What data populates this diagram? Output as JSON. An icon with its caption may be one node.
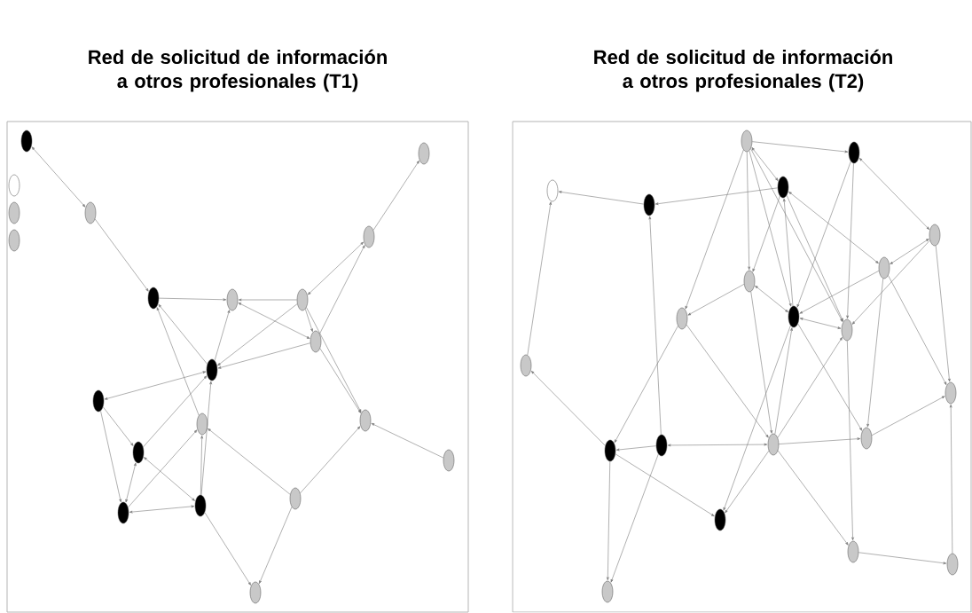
{
  "diagram": {
    "nodes": [
      {
        "text": [
          "Red de solicitud de información a otros profesionales (T1)"
        ]
      },
      {
        "text": [
          "Red de solicitud de información a otros profesionales (T2)"
        ]
      },
      {
        "text": [],
        "shape": "circle",
        "in": 0
      },
      {
        "text": [],
        "shape": "circle",
        "in": 0
      },
      {
        "text": [],
        "shape": "circle",
        "in": 0
      },
      {
        "text": [],
        "shape": "circle",
        "in": 0
      },
      {
        "text": [],
        "shape": "circle",
        "in": 0
      },
      {
        "text": [],
        "shape": "circle",
        "in": 0
      },
      {
        "text": [],
        "shape": "circle",
        "in": 0
      },
      {
        "text": [],
        "shape": "circle",
        "in": 0
      },
      {
        "text": [],
        "shape": "circle",
        "in": 0
      },
      {
        "text": [],
        "shape": "circle",
        "in": 0
      },
      {
        "text": [],
        "shape": "circle",
        "in": 0
      },
      {
        "text": [],
        "shape": "circle",
        "in": 0
      },
      {
        "text": [],
        "shape": "circle",
        "in": 0
      },
      {
        "text": [],
        "shape": "circle",
        "in": 0
      },
      {
        "text": [],
        "shape": "circle",
        "in": 0
      },
      {
        "text": [],
        "shape": "circle",
        "in": 0
      },
      {
        "text": [],
        "shape": "circle",
        "in": 0
      },
      {
        "text": [],
        "shape": "circle",
        "in": 0
      },
      {
        "text": [],
        "shape": "circle",
        "in": 0
      },
      {
        "text": [],
        "shape": "circle",
        "in": 0
      },
      {
        "text": [],
        "shape": "circle",
        "in": 0
      },
      {
        "text": [],
        "shape": "circle",
        "in": 1
      },
      {
        "text": [],
        "shape": "circle",
        "in": 1
      },
      {
        "text": [],
        "shape": "circle",
        "in": 1
      },
      {
        "text": [],
        "shape": "circle",
        "in": 1
      },
      {
        "text": [],
        "shape": "circle",
        "in": 1
      },
      {
        "text": [],
        "shape": "circle",
        "in": 1
      },
      {
        "text": [],
        "shape": "circle",
        "in": 1
      },
      {
        "text": [],
        "shape": "circle",
        "in": 1
      },
      {
        "text": [],
        "shape": "circle",
        "in": 1
      },
      {
        "text": [],
        "shape": "circle",
        "in": 1
      },
      {
        "text": [],
        "shape": "circle",
        "in": 1
      },
      {
        "text": [],
        "shape": "circle",
        "in": 1
      },
      {
        "text": [],
        "shape": "circle",
        "in": 1
      },
      {
        "text": [],
        "shape": "circle",
        "in": 1
      },
      {
        "text": [],
        "shape": "circle",
        "in": 1
      },
      {
        "text": [],
        "shape": "circle",
        "in": 1
      },
      {
        "text": [],
        "shape": "circle",
        "in": 1
      },
      {
        "text": [],
        "shape": "circle",
        "in": 1
      },
      {
        "text": [],
        "shape": "circle",
        "in": 1
      },
      {
        "text": [],
        "shape": "circle",
        "in": 1
      },
      {
        "text": [],
        "shape": "circle",
        "in": 1
      }
    ],
    "edges": [
      {
        "from": 7,
        "to": 2,
        "arrow": "both"
      },
      {
        "from": 7,
        "to": 9,
        "arrow": "to"
      },
      {
        "from": 9,
        "to": 10,
        "arrow": "to"
      },
      {
        "from": 11,
        "to": 10,
        "arrow": "to"
      },
      {
        "from": 11,
        "to": 8,
        "arrow": "both"
      },
      {
        "from": 8,
        "to": 6,
        "arrow": "to"
      },
      {
        "from": 10,
        "to": 12,
        "arrow": "both"
      },
      {
        "from": 11,
        "to": 12,
        "arrow": "to"
      },
      {
        "from": 12,
        "to": 8,
        "arrow": "to"
      },
      {
        "from": 13,
        "to": 9,
        "arrow": "to"
      },
      {
        "from": 13,
        "to": 10,
        "arrow": "to"
      },
      {
        "from": 11,
        "to": 13,
        "arrow": "to"
      },
      {
        "from": 12,
        "to": 13,
        "arrow": "to"
      },
      {
        "from": 15,
        "to": 9,
        "arrow": "to"
      },
      {
        "from": 13,
        "to": 14,
        "arrow": "both"
      },
      {
        "from": 14,
        "to": 17,
        "arrow": "to"
      },
      {
        "from": 14,
        "to": 20,
        "arrow": "to"
      },
      {
        "from": 17,
        "to": 13,
        "arrow": "to"
      },
      {
        "from": 20,
        "to": 15,
        "arrow": "to"
      },
      {
        "from": 17,
        "to": 21,
        "arrow": "both"
      },
      {
        "from": 20,
        "to": 21,
        "arrow": "both"
      },
      {
        "from": 17,
        "to": 20,
        "arrow": "both"
      },
      {
        "from": 21,
        "to": 13,
        "arrow": "to"
      },
      {
        "from": 21,
        "to": 15,
        "arrow": "to"
      },
      {
        "from": 19,
        "to": 15,
        "arrow": "to"
      },
      {
        "from": 19,
        "to": 16,
        "arrow": "to"
      },
      {
        "from": 12,
        "to": 16,
        "arrow": "to"
      },
      {
        "from": 11,
        "to": 16,
        "arrow": "to"
      },
      {
        "from": 18,
        "to": 16,
        "arrow": "to"
      },
      {
        "from": 21,
        "to": 22,
        "arrow": "to"
      },
      {
        "from": 19,
        "to": 22,
        "arrow": "to"
      },
      {
        "from": 25,
        "to": 26,
        "arrow": "to"
      },
      {
        "from": 25,
        "to": 27,
        "arrow": "both"
      },
      {
        "from": 27,
        "to": 24,
        "arrow": "to"
      },
      {
        "from": 24,
        "to": 23,
        "arrow": "to"
      },
      {
        "from": 34,
        "to": 23,
        "arrow": "to"
      },
      {
        "from": 37,
        "to": 24,
        "arrow": "to"
      },
      {
        "from": 26,
        "to": 28,
        "arrow": "both"
      },
      {
        "from": 27,
        "to": 29,
        "arrow": "both"
      },
      {
        "from": 29,
        "to": 28,
        "arrow": "both"
      },
      {
        "from": 28,
        "to": 33,
        "arrow": "to"
      },
      {
        "from": 29,
        "to": 32,
        "arrow": "to"
      },
      {
        "from": 32,
        "to": 30,
        "arrow": "both"
      },
      {
        "from": 30,
        "to": 31,
        "arrow": "to"
      },
      {
        "from": 25,
        "to": 30,
        "arrow": "to"
      },
      {
        "from": 25,
        "to": 31,
        "arrow": "to"
      },
      {
        "from": 25,
        "to": 33,
        "arrow": "to"
      },
      {
        "from": 25,
        "to": 32,
        "arrow": "to"
      },
      {
        "from": 27,
        "to": 30,
        "arrow": "to"
      },
      {
        "from": 32,
        "to": 27,
        "arrow": "to"
      },
      {
        "from": 27,
        "to": 33,
        "arrow": "to"
      },
      {
        "from": 26,
        "to": 32,
        "arrow": "to"
      },
      {
        "from": 26,
        "to": 33,
        "arrow": "to"
      },
      {
        "from": 28,
        "to": 35,
        "arrow": "to"
      },
      {
        "from": 29,
        "to": 39,
        "arrow": "to"
      },
      {
        "from": 29,
        "to": 35,
        "arrow": "to"
      },
      {
        "from": 33,
        "to": 32,
        "arrow": "both"
      },
      {
        "from": 31,
        "to": 36,
        "arrow": "to"
      },
      {
        "from": 31,
        "to": 38,
        "arrow": "to"
      },
      {
        "from": 30,
        "to": 38,
        "arrow": "to"
      },
      {
        "from": 38,
        "to": 32,
        "arrow": "to"
      },
      {
        "from": 38,
        "to": 33,
        "arrow": "to"
      },
      {
        "from": 38,
        "to": 40,
        "arrow": "to"
      },
      {
        "from": 32,
        "to": 40,
        "arrow": "to"
      },
      {
        "from": 33,
        "to": 41,
        "arrow": "to"
      },
      {
        "from": 37,
        "to": 36,
        "arrow": "to"
      },
      {
        "from": 38,
        "to": 37,
        "arrow": "both"
      },
      {
        "from": 38,
        "to": 39,
        "arrow": "to"
      },
      {
        "from": 39,
        "to": 35,
        "arrow": "to"
      },
      {
        "from": 36,
        "to": 34,
        "arrow": "to"
      },
      {
        "from": 36,
        "to": 40,
        "arrow": "to"
      },
      {
        "from": 36,
        "to": 43,
        "arrow": "to"
      },
      {
        "from": 37,
        "to": 43,
        "arrow": "to"
      },
      {
        "from": 41,
        "to": 42,
        "arrow": "to"
      },
      {
        "from": 42,
        "to": 35,
        "arrow": "to"
      },
      {
        "from": 38,
        "to": 41,
        "arrow": "to"
      },
      {
        "from": 32,
        "to": 39,
        "arrow": "to"
      }
    ]
  }
}
